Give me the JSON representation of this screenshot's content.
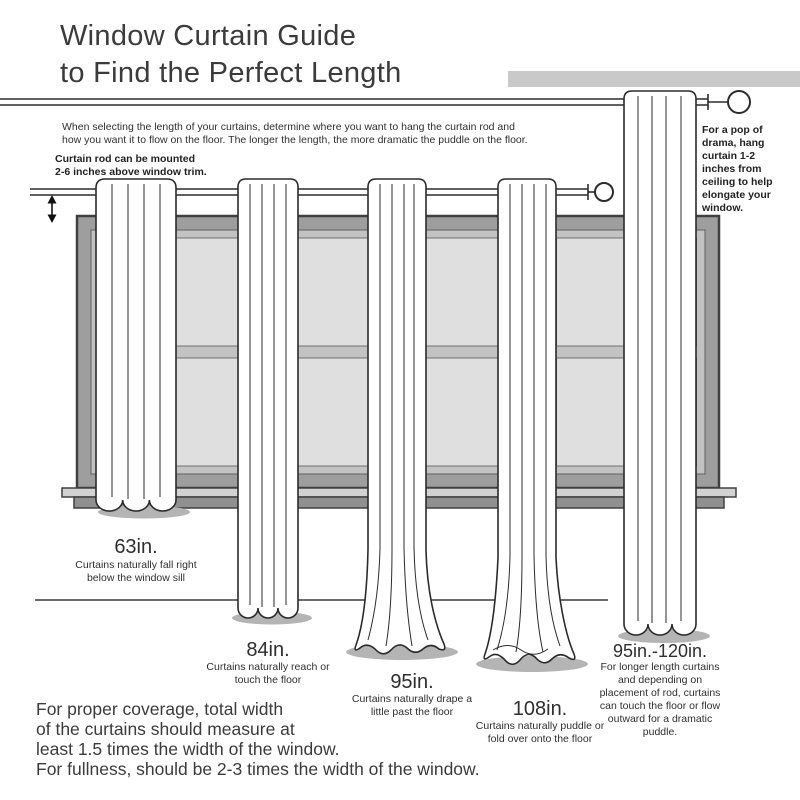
{
  "title": {
    "line1": "Window Curtain Guide",
    "line2": "to Find the Perfect Length"
  },
  "intro": {
    "line1": "When selecting the length of your curtains, determine where you want to hang the curtain rod and",
    "line2": "how you want it to flow on the floor. The longer the length, the more dramatic the puddle on the floor."
  },
  "rod_note": {
    "line1": "Curtain rod can be mounted",
    "line2": "2-6 inches above window trim."
  },
  "drama_note": "For a pop of drama, hang curtain 1-2 inches from ceiling to help elongate your window.",
  "curtains": [
    {
      "length": "63in.",
      "caption": "Curtains naturally fall right below the window sill"
    },
    {
      "length": "84in.",
      "caption": "Curtains naturally reach or touch the floor"
    },
    {
      "length": "95in.",
      "caption": "Curtains naturally drape a little past the floor"
    },
    {
      "length": "108in.",
      "caption": "Curtains naturally puddle or fold over onto the floor"
    },
    {
      "length": "95in.-120in.",
      "caption": "For longer length curtains and depending on placement of rod, curtains can touch the floor or flow outward for a dramatic puddle."
    }
  ],
  "footer": {
    "line1": "For proper coverage, total width",
    "line2": "of the curtains should measure at",
    "line3": "least 1.5 times the width of the window.",
    "line4": "For fullness, should be 2-3 times the width of the window."
  },
  "colors": {
    "text": "#3a3a3a",
    "outline": "#2b2b2b",
    "ceiling_band": "#c9c9c9",
    "window_frame": "#9e9e9e",
    "window_inner_frame": "#c2c2c2",
    "window_pane": "#dfdfdf",
    "curtain": "#ffffff",
    "shadow": "#b4b4b4"
  }
}
